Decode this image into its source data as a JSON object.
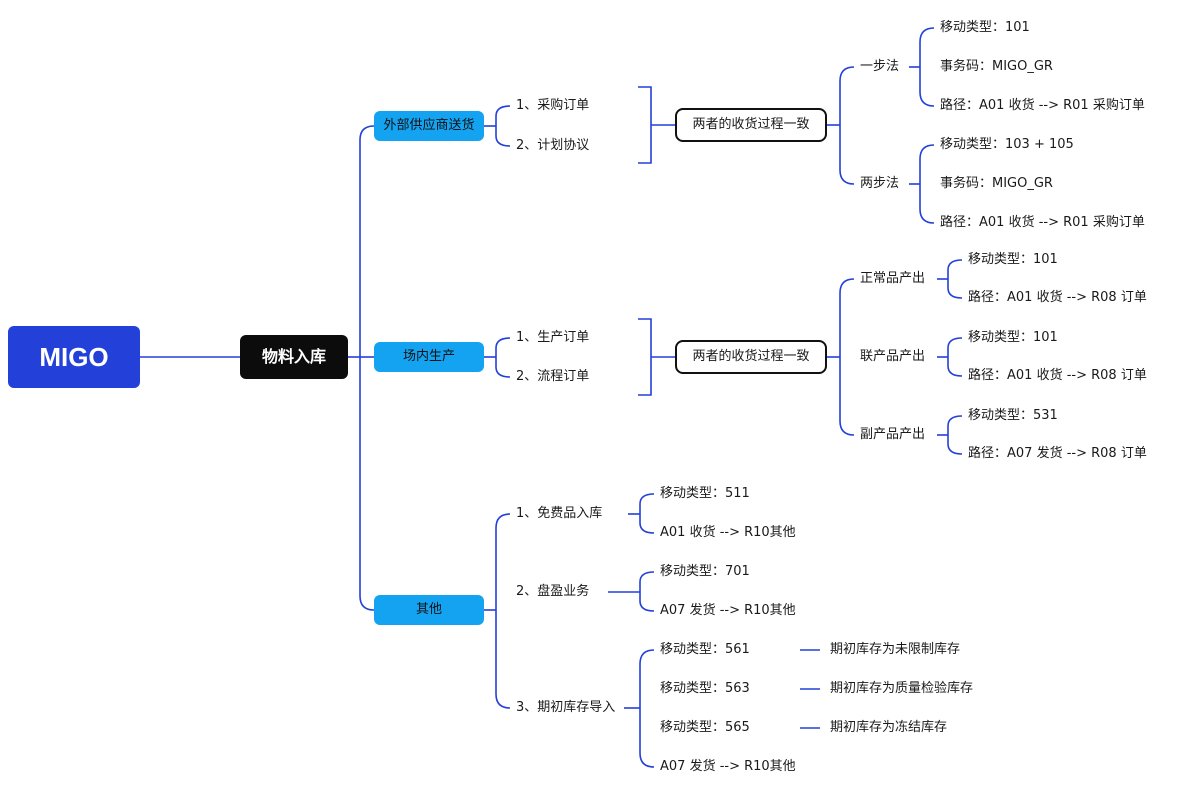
{
  "root": "MIGO",
  "main": "物料入库",
  "branch1": {
    "title": "外部供应商送货",
    "items": [
      "1、采购订单",
      "2、计划协议"
    ],
    "note": "两者的收货过程一致",
    "methods": [
      {
        "label": "一步法",
        "details": [
          "移动类型：101",
          "事务码：MIGO_GR",
          "路径：A01 收货 --> R01 采购订单"
        ]
      },
      {
        "label": "两步法",
        "details": [
          "移动类型：103 + 105",
          "事务码：MIGO_GR",
          "路径：A01 收货 --> R01 采购订单"
        ]
      }
    ]
  },
  "branch2": {
    "title": "场内生产",
    "items": [
      "1、生产订单",
      "2、流程订单"
    ],
    "note": "两者的收货过程一致",
    "outputs": [
      {
        "label": "正常品产出",
        "details": [
          "移动类型：101",
          "路径：A01 收货 --> R08 订单"
        ]
      },
      {
        "label": "联产品产出",
        "details": [
          "移动类型：101",
          "路径：A01 收货 --> R08 订单"
        ]
      },
      {
        "label": "副产品产出",
        "details": [
          "移动类型：531",
          "路径：A07 发货 --> R08  订单"
        ]
      }
    ]
  },
  "branch3": {
    "title": "其他",
    "items": [
      {
        "label": "1、免费品入库",
        "details": [
          "移动类型：511",
          "A01 收货 --> R10其他"
        ]
      },
      {
        "label": "2、盘盈业务",
        "details": [
          "移动类型：701",
          "A07 发货 --> R10其他"
        ]
      },
      {
        "label": "3、期初库存导入",
        "details": [
          "移动类型：561",
          "移动类型：563",
          "移动类型：565",
          "A07 发货 --> R10其他"
        ],
        "notes": [
          "期初库存为未限制库存",
          "期初库存为质量检验库存",
          "期初库存为冻结库存"
        ]
      }
    ]
  },
  "colors": {
    "root_bg": "#2340d8",
    "main_bg": "#0c0c0c",
    "category_bg": "#13a3f0",
    "line": "#2340d8"
  }
}
